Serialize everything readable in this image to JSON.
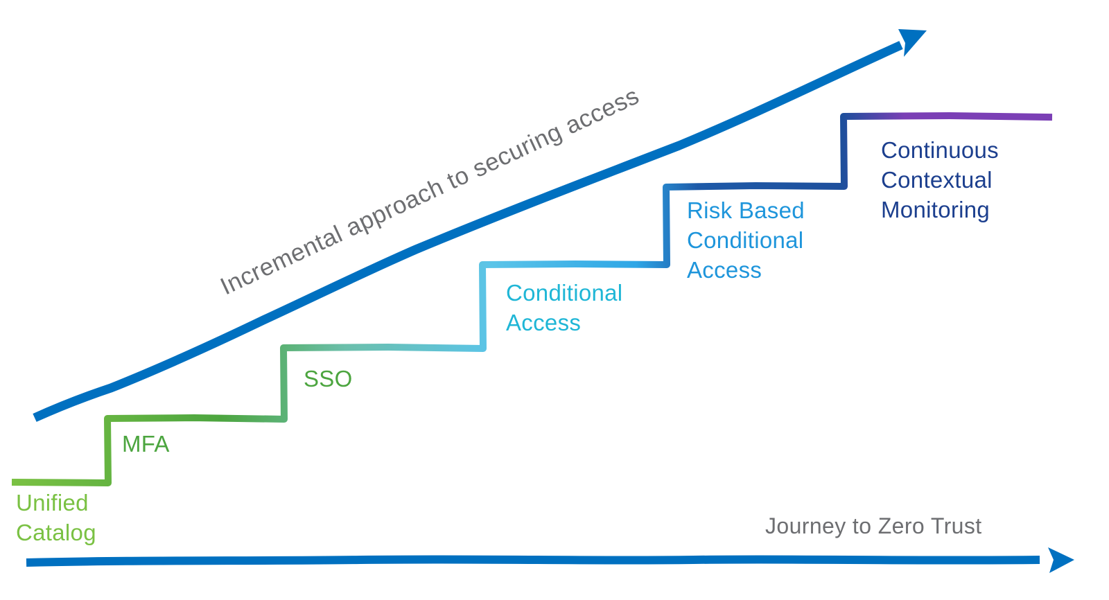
{
  "diagram": {
    "diagonal_caption": "Incremental approach to securing access",
    "axis_caption": "Journey to Zero Trust",
    "colors": {
      "arrow": "#0070c0",
      "caption": "#6d6e71"
    },
    "steps": [
      {
        "lines": [
          "Unified",
          "Catalog"
        ],
        "color": "#7ac143"
      },
      {
        "lines": [
          "MFA"
        ],
        "color": "#4ca53f"
      },
      {
        "lines": [
          "SSO"
        ],
        "color": "#4ca53f"
      },
      {
        "lines": [
          "Conditional",
          "Access"
        ],
        "color": "#1fb6d6"
      },
      {
        "lines": [
          "Risk Based",
          "Conditional",
          "Access"
        ],
        "color": "#1e95db"
      },
      {
        "lines": [
          "Continuous",
          "Contextual",
          "Monitoring"
        ],
        "color": "#1c3f8e"
      }
    ],
    "step_line_colors": [
      "#7ac143",
      "#4ca53f",
      "#6bbfab",
      "#2ea6e6",
      "#1e4f9c",
      "#7b3fb5"
    ]
  }
}
